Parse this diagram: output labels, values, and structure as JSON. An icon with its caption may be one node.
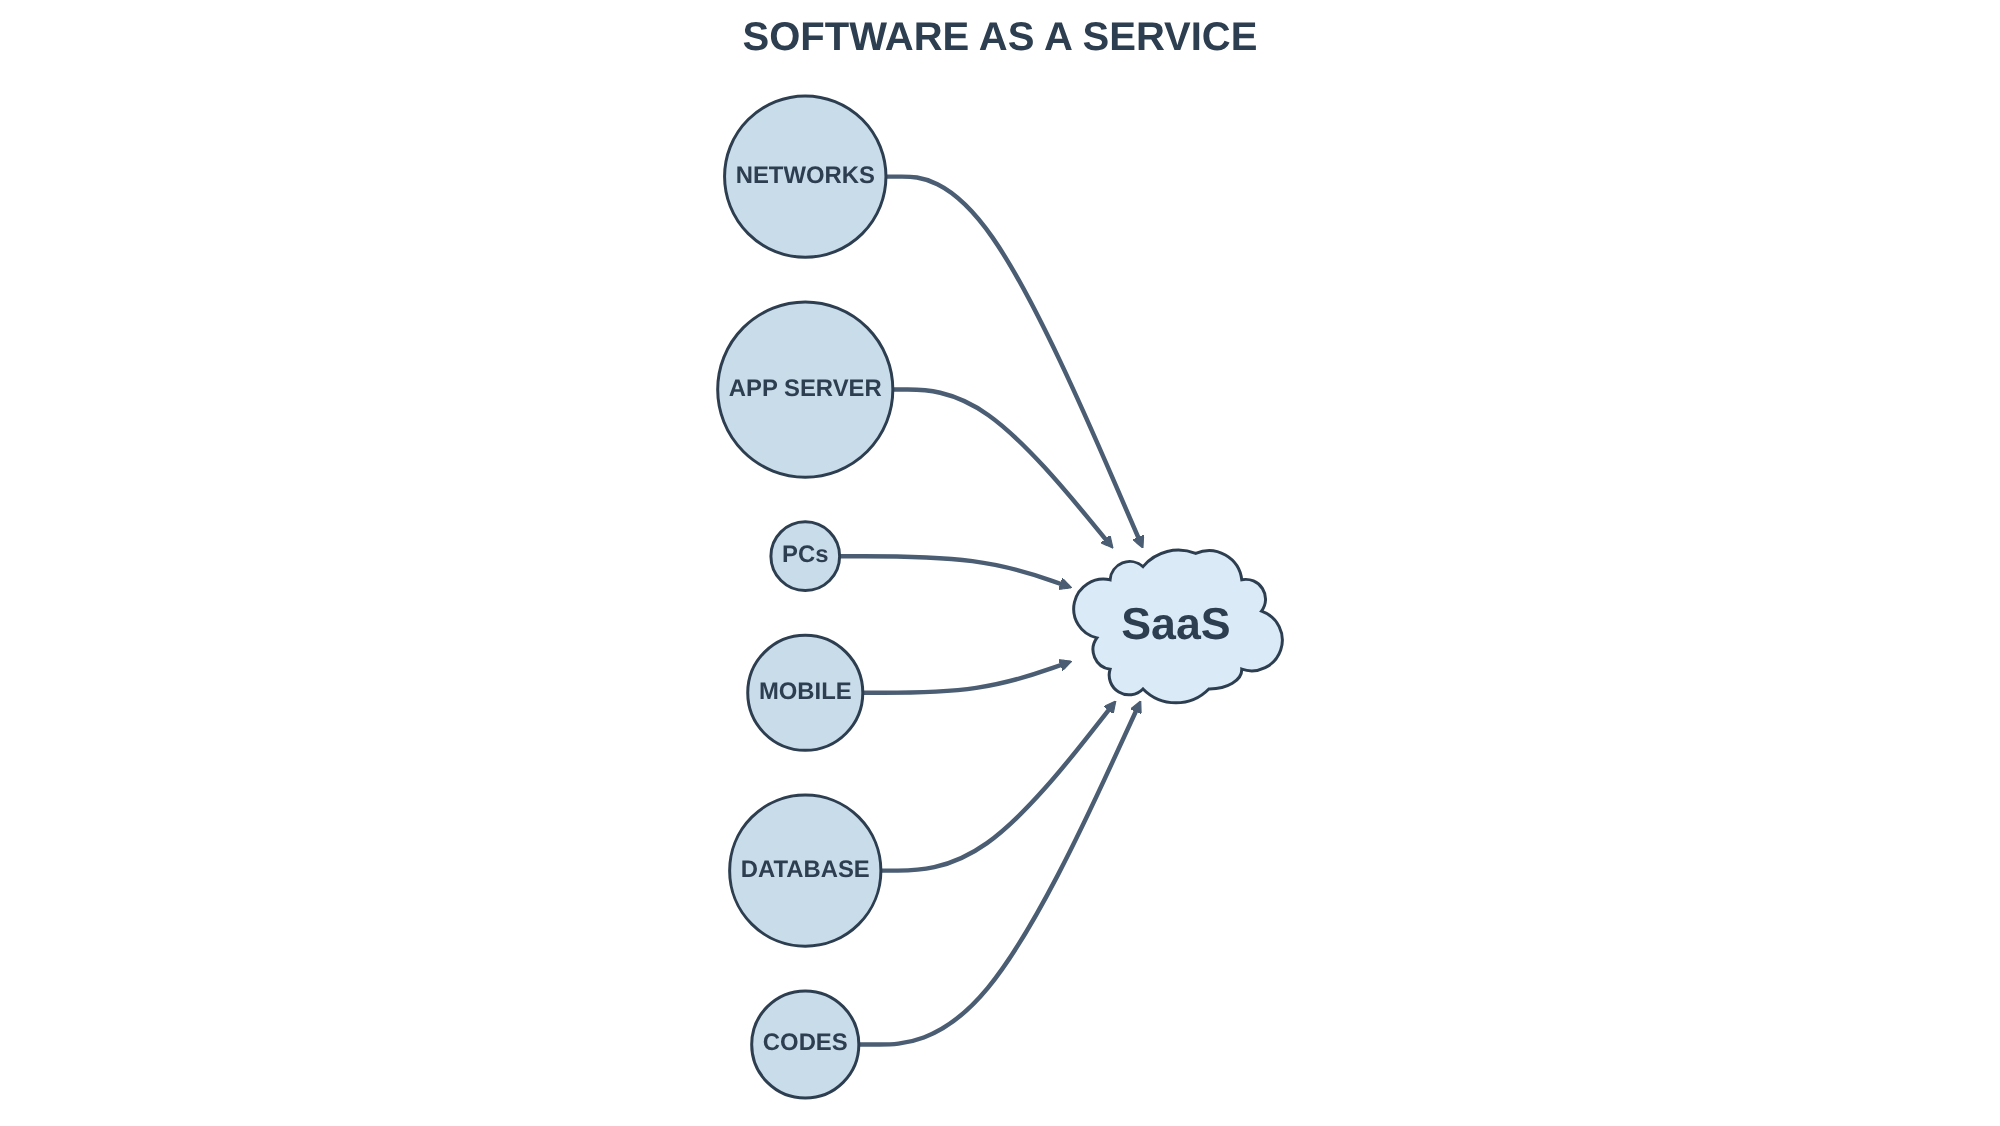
{
  "diagram": {
    "title": "SOFTWARE AS A SERVICE",
    "nodes": [
      {
        "text": [
          "NETWORKS"
        ]
      },
      {
        "text": [
          "APP SERVER"
        ]
      },
      {
        "text": [
          "PCs"
        ]
      },
      {
        "text": [
          "SaaS"
        ]
      },
      {
        "text": [
          "MOBILE"
        ]
      },
      {
        "text": [
          "DATABASE"
        ]
      },
      {
        "text": [
          "CODES"
        ]
      }
    ],
    "edges": [
      {
        "from": 0,
        "to": 3,
        "arrow": "to"
      },
      {
        "from": 1,
        "to": 3,
        "arrow": "to"
      },
      {
        "from": 2,
        "to": 3,
        "arrow": "to"
      },
      {
        "from": 4,
        "to": 3,
        "arrow": "to"
      },
      {
        "from": 5,
        "to": 3,
        "arrow": "to"
      },
      {
        "from": 6,
        "to": 3,
        "arrow": "to"
      }
    ]
  }
}
